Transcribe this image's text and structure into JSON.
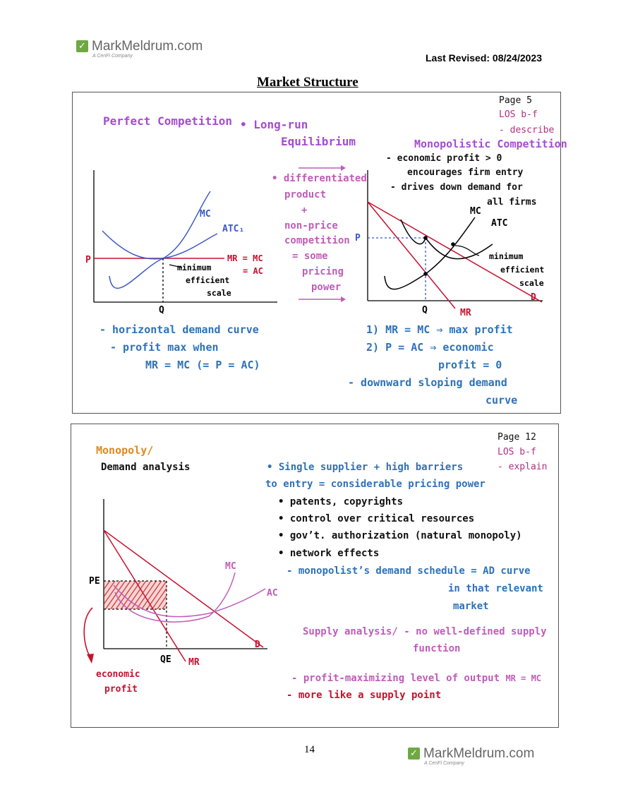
{
  "header": {
    "logo_text": "MarkMeldrum.com",
    "logo_subtext": "A CeriFi Company",
    "last_revised": "Last Revised: 08/24/2023",
    "title": "Market Structure"
  },
  "panel1": {
    "page_ref": "Page 5",
    "los": "LOS b-f",
    "los_action": "- describe",
    "perfect_comp_title": "Perfect Competition",
    "long_run_1": "• Long-run",
    "long_run_2": "Equilibrium",
    "mono_comp_title": "Monopolistic Competition",
    "mc_notes": [
      "- economic profit > 0",
      "encourages firm entry",
      "- drives down demand for",
      "all firms"
    ],
    "middle_notes": [
      "• differentiated",
      "product",
      "+",
      "non-price",
      "competition",
      "= some",
      "pricing",
      "power"
    ],
    "left_graph": {
      "p_label": "P",
      "q_label": "Q",
      "mc_label": "MC",
      "atc_label": "ATC₁",
      "mr_label_1": "MR = MC",
      "mr_label_2": "= AC",
      "mes_1": "minimum",
      "mes_2": "efficient",
      "mes_3": "scale"
    },
    "right_graph": {
      "p_label": "P",
      "q_label": "Q",
      "mc_label": "MC",
      "atc_label": "ATC",
      "mr_label": "MR",
      "d_label": "D",
      "mes_1": "minimum",
      "mes_2": "efficient",
      "mes_3": "scale"
    },
    "left_bottom_notes": [
      "- horizontal demand curve",
      "- profit max when",
      "MR = MC   (= P = AC)"
    ],
    "right_bottom_notes": [
      "1) MR = MC ⇒ max profit",
      "2) P = AC ⇒ economic",
      "profit = 0",
      "- downward sloping demand",
      "curve"
    ]
  },
  "panel2": {
    "page_ref": "Page 12",
    "los": "LOS b-f",
    "los_action": "- explain",
    "monopoly_title": "Monopoly/",
    "demand_analysis": "Demand analysis",
    "single_supplier_1": "• Single supplier + high barriers",
    "single_supplier_2": "to entry = considerable pricing power",
    "bullets": [
      "• patents, copyrights",
      "• control over critical resources",
      "• gov’t. authorization (natural monopoly)",
      "• network effects"
    ],
    "demand_schedule": [
      "- monopolist’s demand schedule = AD curve",
      "in that relevant",
      "market"
    ],
    "supply_analysis_1": "Supply analysis/ - no well-defined supply",
    "supply_analysis_2": "function",
    "profit_max": "- profit-maximizing level of output",
    "profit_max_rule": "MR = MC",
    "supply_point": "- more like a supply point",
    "graph": {
      "pe_label": "PE",
      "qe_label": "QE",
      "mc_label": "MC",
      "ac_label": "AC",
      "d_label": "D",
      "mr_label": "MR",
      "profit_1": "economic",
      "profit_2": "profit"
    }
  },
  "footer": {
    "page_number": "14",
    "logo_text": "MarkMeldrum.com",
    "logo_subtext": "A CeriFi Company"
  },
  "colors": {
    "purple": "#a54bd2",
    "blue": "#2e72b8",
    "red": "#c8102e",
    "pink": "#c05cb9",
    "orange": "#e08a1e",
    "logo_green": "#6ea843"
  }
}
